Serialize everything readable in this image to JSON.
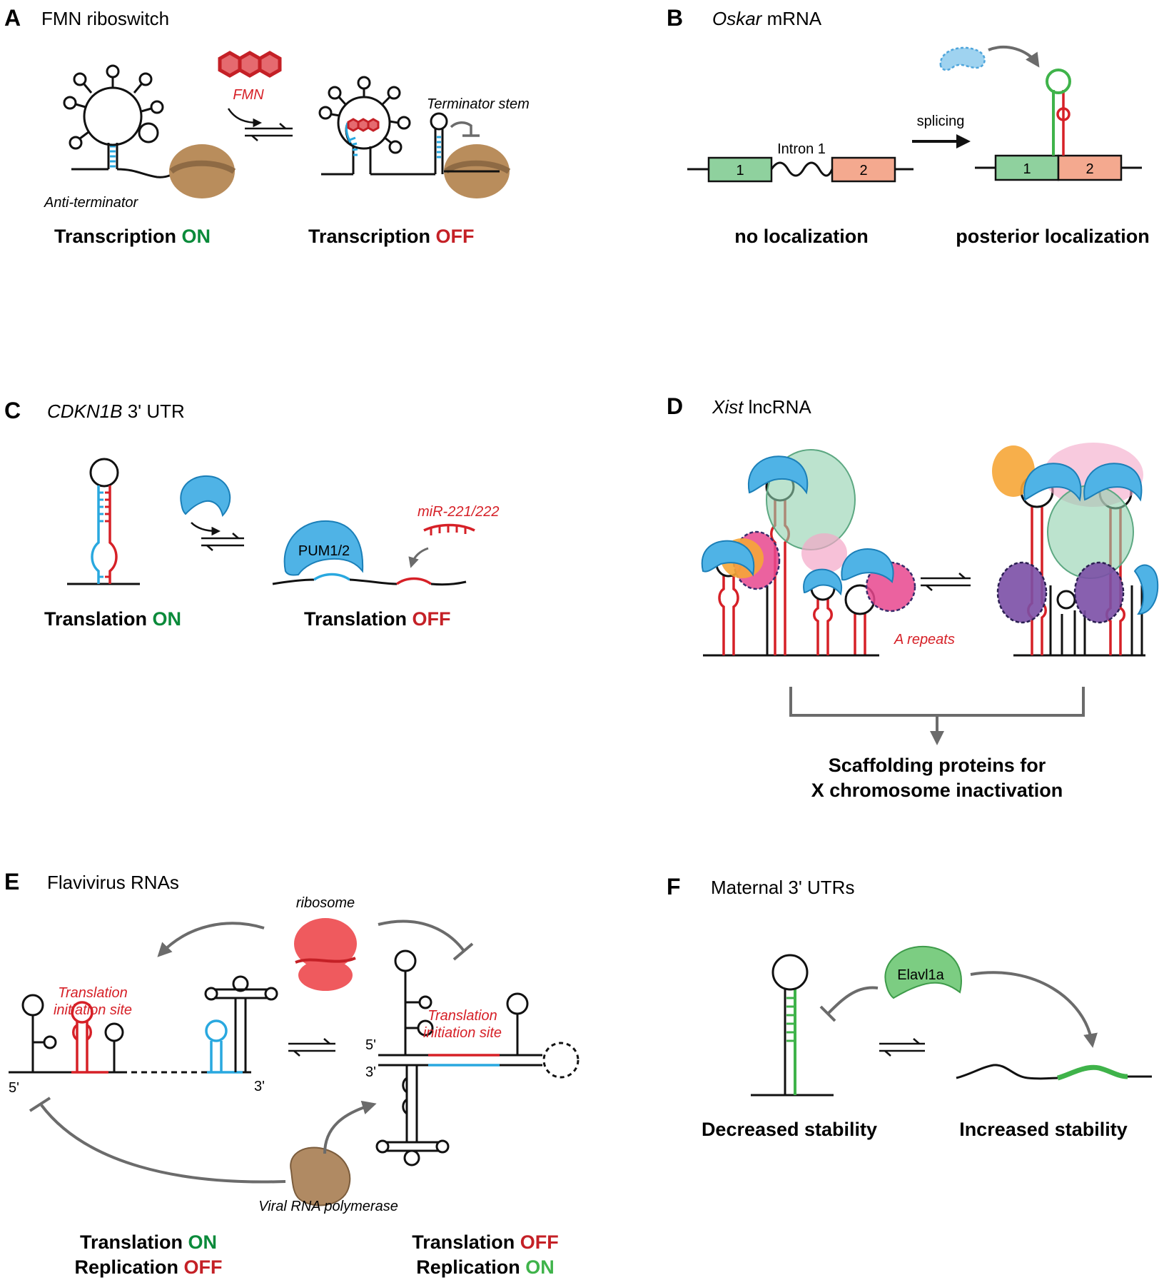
{
  "colors": {
    "on": "#0a8a3a",
    "off": "#c42026",
    "red_rna": "#d62027",
    "blue_rna": "#29a8df",
    "green_rna": "#3fb34a",
    "protein_blue": "#4fb3e6",
    "polymerase_brown": "#b08a63",
    "ribosome_red": "#ef5a5e"
  },
  "panelA": {
    "letter": "A",
    "title": "FMN riboswitch",
    "ligand_label": "FMN",
    "terminator_label": "Terminator stem",
    "antiterminator_label": "Anti-terminator",
    "state1_prefix": "Transcription ",
    "state1_suffix": "ON",
    "state2_prefix": "Transcription ",
    "state2_suffix": "OFF"
  },
  "panelB": {
    "letter": "B",
    "title_italic": "Oskar",
    "title_rest": " mRNA",
    "exon1": "1",
    "exon2": "2",
    "intron_label": "Intron 1",
    "arrow_label": "splicing",
    "state1": "no localization",
    "state2": "posterior localization"
  },
  "panelC": {
    "letter": "C",
    "title_italic": "CDKN1B",
    "title_rest": " 3' UTR",
    "protein_label": "PUM1/2",
    "mirna_label": "miR-221/222",
    "state1_prefix": "Translation ",
    "state1_suffix": "ON",
    "state2_prefix": "Translation ",
    "state2_suffix": "OFF"
  },
  "panelD": {
    "letter": "D",
    "title_italic": "Xist",
    "title_rest": " lncRNA",
    "repeats_label": "A repeats",
    "result_line1": "Scaffolding proteins for",
    "result_line2": "X chromosome inactivation"
  },
  "panelE": {
    "letter": "E",
    "title": "Flavivirus RNAs",
    "ribosome_label": "ribosome",
    "polymerase_label": "Viral RNA polymerase",
    "tis_line1": "Translation",
    "tis_line2": "initiation site",
    "five_prime": "5'",
    "three_prime": "3'",
    "left_line1_prefix": "Translation ",
    "left_line1_suffix": "ON",
    "left_line2_prefix": "Replication ",
    "left_line2_suffix": "OFF",
    "right_line1_prefix": "Translation ",
    "right_line1_suffix": "OFF",
    "right_line2_prefix": "Replication ",
    "right_line2_suffix": "ON"
  },
  "panelF": {
    "letter": "F",
    "title": "Maternal 3' UTRs",
    "protein_label": "Elavl1a",
    "state1": "Decreased stability",
    "state2": "Increased stability"
  }
}
